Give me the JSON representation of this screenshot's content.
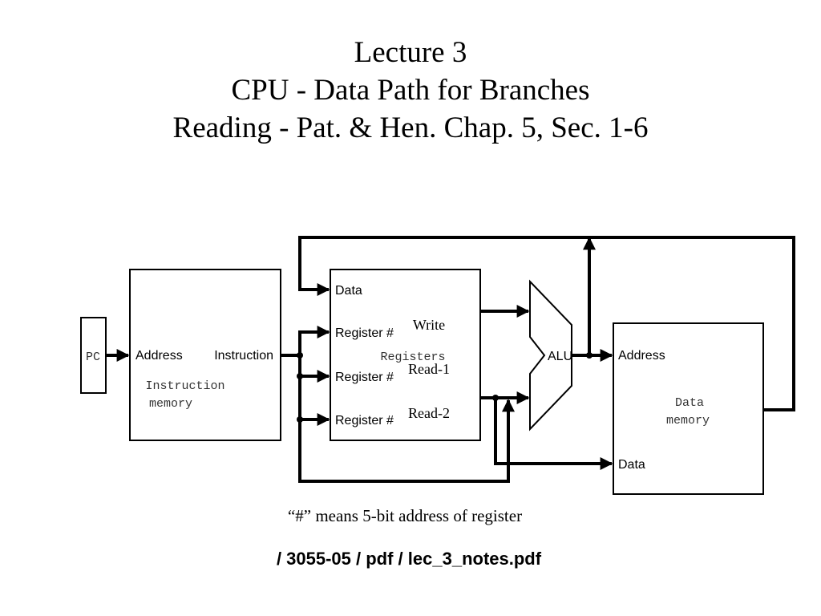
{
  "title": {
    "line1": "Lecture 3",
    "line2": "CPU - Data Path for Branches",
    "line3": "Reading - Pat. & Hen. Chap. 5, Sec. 1-6"
  },
  "diagram": {
    "pc": "PC",
    "instruction_memory": {
      "address": "Address",
      "instruction": "Instruction",
      "name_line1": "Instruction",
      "name_line2": "memory"
    },
    "registers": {
      "data": "Data",
      "register_port": "Register #",
      "name": "Registers",
      "write": "Write",
      "read1": "Read-1",
      "read2": "Read-2"
    },
    "alu": "ALU",
    "data_memory": {
      "address": "Address",
      "data": "Data",
      "name_line1": "Data",
      "name_line2": "memory"
    }
  },
  "caption": "“#” means 5-bit address of register",
  "footer": "/ 3055-05 / pdf / lec_3_notes.pdf"
}
